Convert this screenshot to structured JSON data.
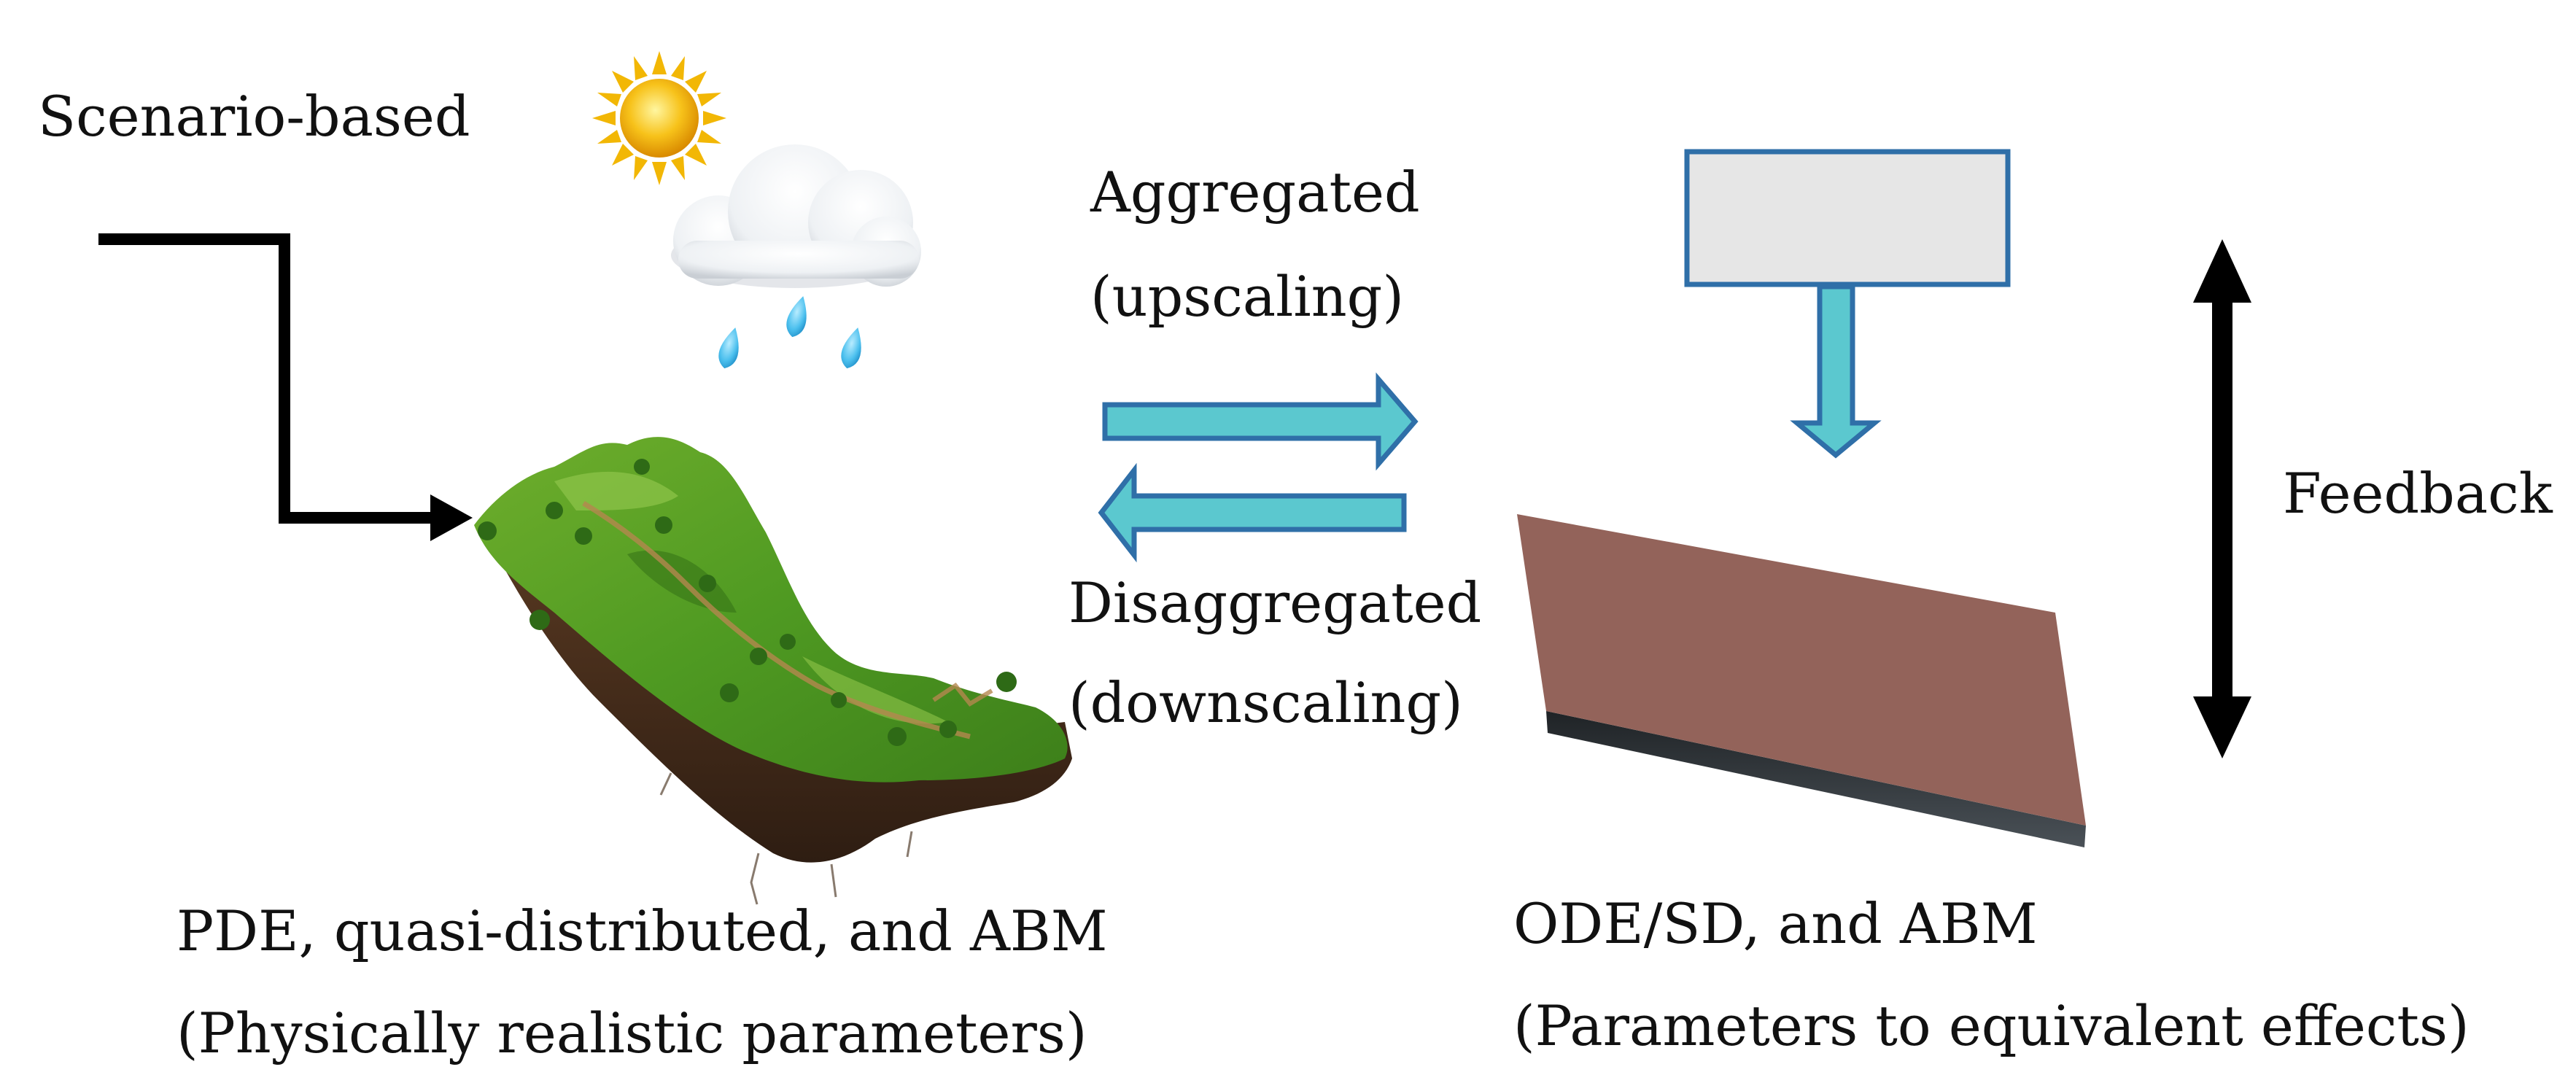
{
  "labels": {
    "scenario": "Scenario-based",
    "aggregated": "Aggregated",
    "upscaling": "(upscaling)",
    "disaggregated": "Disaggregated",
    "downscaling": "(downscaling)",
    "feedback": "Feedback",
    "left_caption_1": "PDE, quasi-distributed, and ABM",
    "left_caption_2": "(Physically realistic parameters)",
    "right_caption_1": "ODE/SD, and ABM",
    "right_caption_2": "(Parameters to equivalent effects)"
  },
  "icons": {
    "sun": "sun-icon",
    "cloud": "rain-cloud-icon",
    "terrain": "terrain-island",
    "slab": "lumped-slab",
    "box": "empty-box"
  },
  "colors": {
    "arrow_fill": "#5bc8cf",
    "arrow_stroke": "#2f6fa8",
    "box_fill": "#e6e6e6",
    "box_stroke": "#2f6fa8",
    "slab_top": "#93635a",
    "slab_edge": "#2b2f33",
    "black": "#000000"
  }
}
